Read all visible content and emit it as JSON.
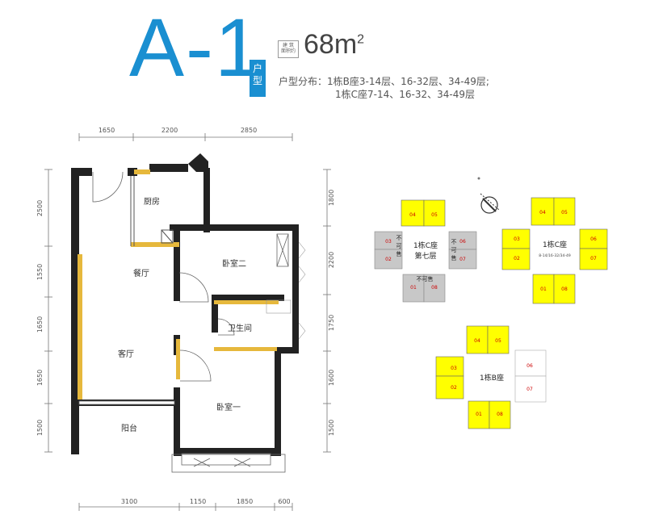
{
  "header": {
    "unit_title": "A-1",
    "tag_line1": "户",
    "tag_line2": "型",
    "area_label_line1": "建 筑",
    "area_label_line2": "面积约",
    "area_value": "68m",
    "area_unit_sup": "2",
    "distribution_line1": "户型分布：1栋B座3-14层、16-32层、34-49层;",
    "distribution_line2": "1栋C座7-14、16-32、34-49层"
  },
  "dims": {
    "top": [
      "1650",
      "2200",
      "2850"
    ],
    "bottom": [
      "3100",
      "1150",
      "1850",
      "600"
    ],
    "left": [
      "2500",
      "1550",
      "1650",
      "1650",
      "1500"
    ],
    "right": [
      "1800",
      "2200",
      "1750",
      "1600",
      "1500"
    ]
  },
  "rooms": {
    "kitchen": "厨房",
    "dining": "餐厅",
    "bedroom2": "卧室二",
    "bathroom": "卫生间",
    "living": "客厅",
    "bedroom1": "卧室一",
    "balcony": "阳台"
  },
  "keyplan_c7": {
    "label_line1": "1栋C座",
    "label_line2": "第七层",
    "unsold_line1": "不",
    "unsold_line2": "可",
    "unsold_line3": "售",
    "unsold_h": "不可售",
    "units": [
      "04",
      "05",
      "03",
      "02",
      "06",
      "07",
      "01",
      "08"
    ]
  },
  "keyplan_c": {
    "label": "1栋C座",
    "sub": "8-14/16-32/34-49",
    "units": [
      "04",
      "05",
      "03",
      "02",
      "06",
      "07",
      "01",
      "08"
    ]
  },
  "keyplan_b": {
    "label": "1栋B座",
    "units": [
      "04",
      "05",
      "03",
      "02",
      "06",
      "07",
      "01",
      "08"
    ]
  },
  "colors": {
    "brand_blue": "#1a8fd1",
    "highlight_yellow": "#ffff00",
    "unsold_gray": "#c8c8c8",
    "wall_dark": "#222222",
    "wall_accent": "#e6b83c"
  }
}
